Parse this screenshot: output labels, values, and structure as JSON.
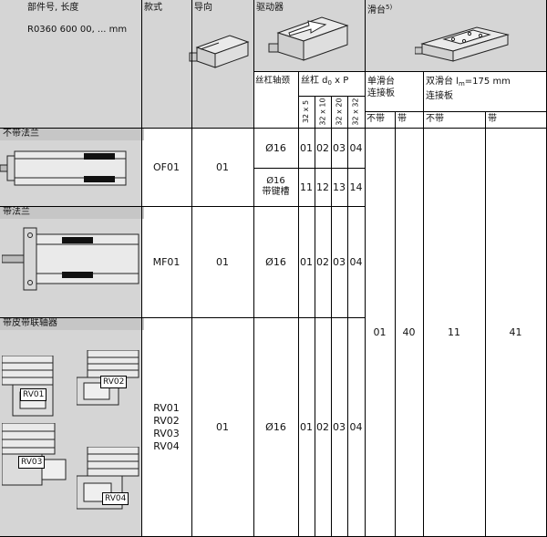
{
  "colors": {
    "panel_gray": "#d5d5d5",
    "band_gray": "#c6c6c6",
    "line_black": "#000000"
  },
  "header": {
    "part_label": "部件号, 长度",
    "part_value": "R0360 600 00, ... mm",
    "style_col": "款式",
    "guide_col": "导向",
    "drive_col": "驱动器",
    "slide_col": "滑台",
    "slide_col_footnote": "5)",
    "screw_journal": "丝杠轴颈",
    "screw_spec_pre": "丝杠 d",
    "screw_spec_sub": "0",
    "screw_spec_post": " x P",
    "screw_sizes": [
      "32 x 5",
      "32 x 10",
      "32 x 20",
      "32 x 32"
    ],
    "single_slide_line1": "单滑台",
    "single_slide_line2": "连接板",
    "double_slide_pre": "双滑台 l",
    "double_slide_sub": "m",
    "double_slide_post": "=175 mm",
    "double_slide_line2": "连接板",
    "sub_headers": [
      "不带",
      "带",
      "不带",
      "带"
    ]
  },
  "rows": [
    {
      "label": "不带法兰",
      "style": "OF01",
      "guide": "01",
      "sub_rows": [
        {
          "journal": "Ø16",
          "codes": [
            "01",
            "02",
            "03",
            "04"
          ]
        },
        {
          "journal_line1": "Ø16",
          "journal_line2": "带键槽",
          "codes": [
            "11",
            "12",
            "13",
            "14"
          ]
        }
      ]
    },
    {
      "label": "带法兰",
      "style": "MF01",
      "guide": "01",
      "journal": "Ø16",
      "codes": [
        "01",
        "02",
        "03",
        "04"
      ]
    },
    {
      "label": "带皮带联轴器",
      "styles": [
        "RV01",
        "RV02",
        "RV03",
        "RV04"
      ],
      "guide": "01",
      "journal": "Ø16",
      "codes": [
        "01",
        "02",
        "03",
        "04"
      ],
      "drawing_labels": [
        "RV01",
        "RV02",
        "RV03",
        "RV04"
      ]
    }
  ],
  "slide_values": [
    "01",
    "40",
    "11",
    "41"
  ]
}
